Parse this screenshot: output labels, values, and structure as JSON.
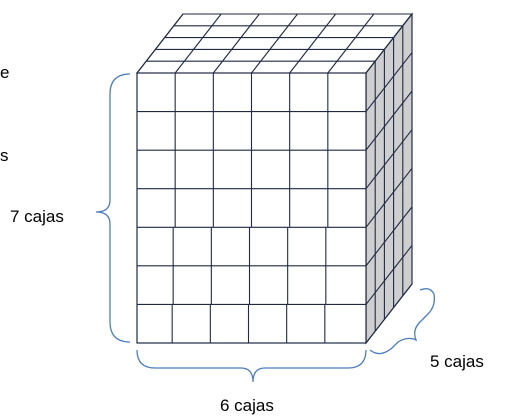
{
  "labels": {
    "height": "7 cajas",
    "width": "6 cajas",
    "depth": "5 cajas",
    "left_edge_fragment_1": "e",
    "left_edge_fragment_2": "s"
  },
  "grid": {
    "columns": 6,
    "rows": 7,
    "depth": 5
  },
  "colors": {
    "grid_line": "#1f2a44",
    "front_face": "#ffffff",
    "side_face": "#cfcfcf",
    "top_face": "#ffffff",
    "brace": "#4a7fc1",
    "text": "#000000"
  }
}
